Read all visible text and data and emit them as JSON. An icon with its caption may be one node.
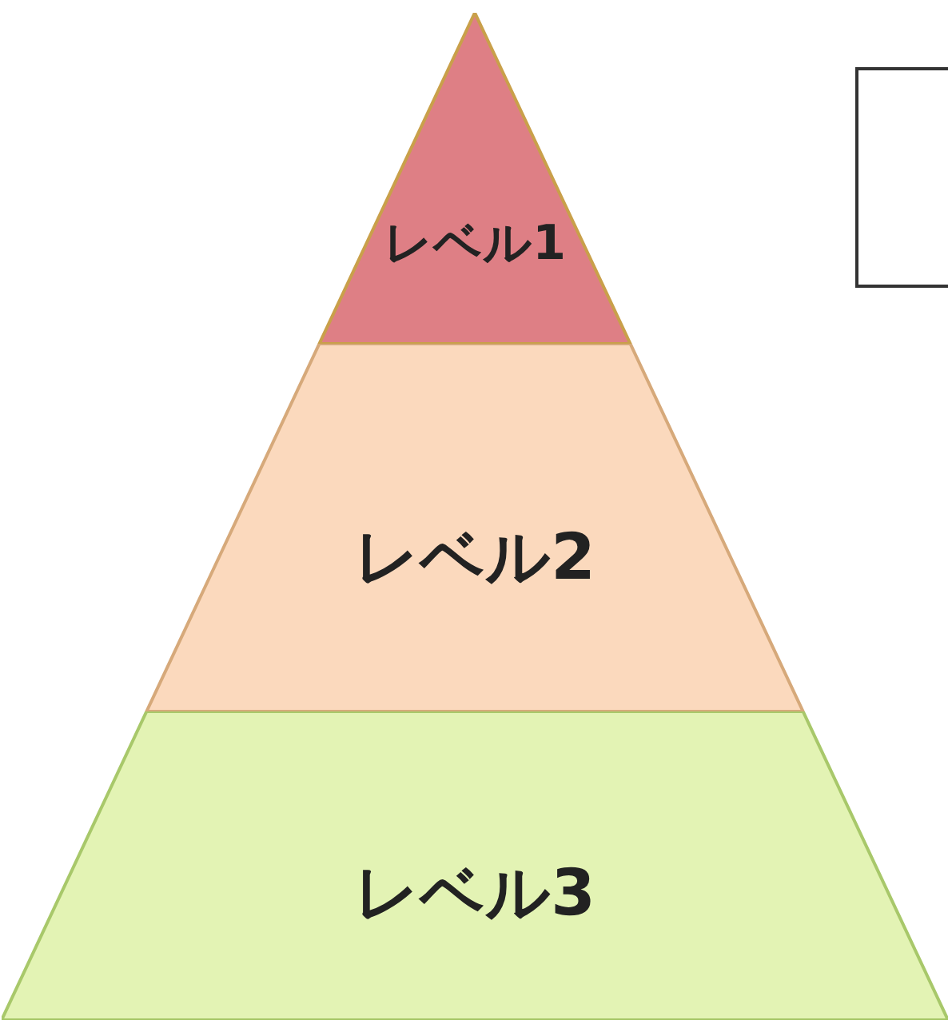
{
  "diagram": {
    "nodes": [
      {
        "text": [
          "レベル1"
        ]
      },
      {
        "text": [
          "レベル2"
        ]
      },
      {
        "text": [
          "レベル3"
        ]
      },
      {
        "text": [],
        "shape": "box"
      }
    ]
  }
}
